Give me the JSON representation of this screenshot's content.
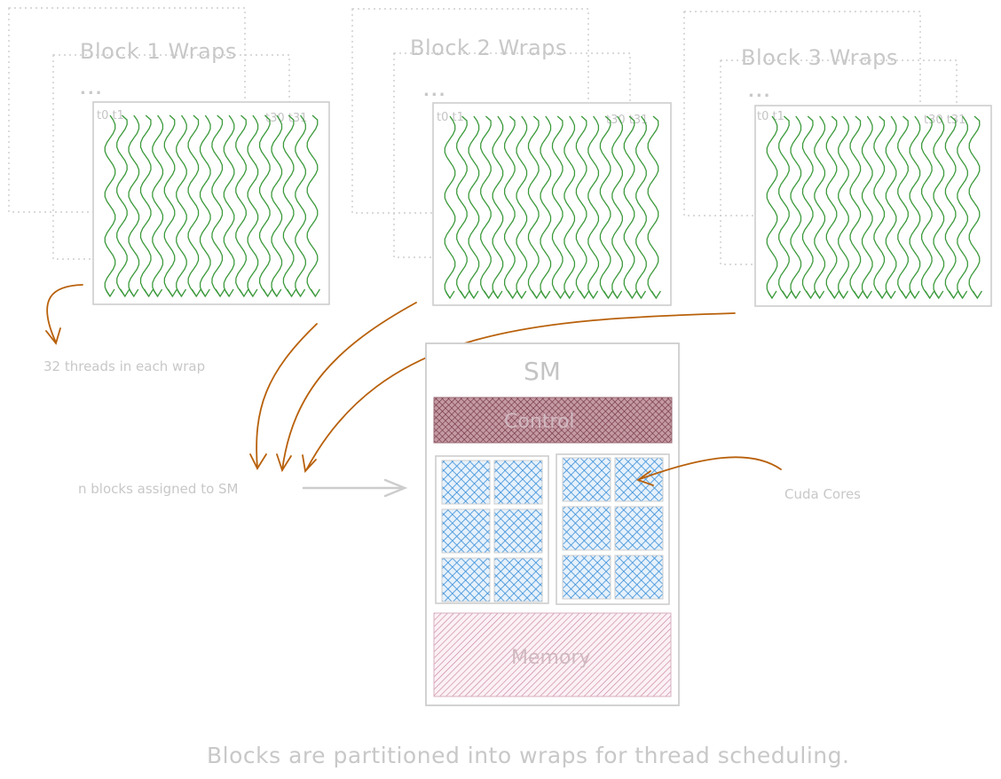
{
  "blocks": [
    {
      "title": "Block 1 Wraps",
      "ellipsis": "...",
      "first_threads": "t0 t1",
      "last_threads": "t30 t31"
    },
    {
      "title": "Block 2 Wraps",
      "ellipsis": "...",
      "first_threads": "t0 t1",
      "last_threads": "t30 t31"
    },
    {
      "title": "Block 3 Wraps",
      "ellipsis": "...",
      "first_threads": "t0 t1",
      "last_threads": "t30 t31"
    }
  ],
  "annotations": {
    "threads_per_wrap": "32 threads in each wrap",
    "blocks_assigned": "n blocks assigned to SM",
    "cuda_cores": "Cuda Cores"
  },
  "sm": {
    "title": "SM",
    "control_label": "Control",
    "memory_label": "Memory"
  },
  "caption": "Blocks are partitioned into wraps for thread scheduling.",
  "colors": {
    "thread_green": "#3c9a3c",
    "arrow_orange": "#b8600a",
    "core_blue": "#3a8fd8",
    "control_maroon": "#7a3a48",
    "memory_pink": "#c77b9a",
    "outline_gray": "#cfcfcf"
  }
}
